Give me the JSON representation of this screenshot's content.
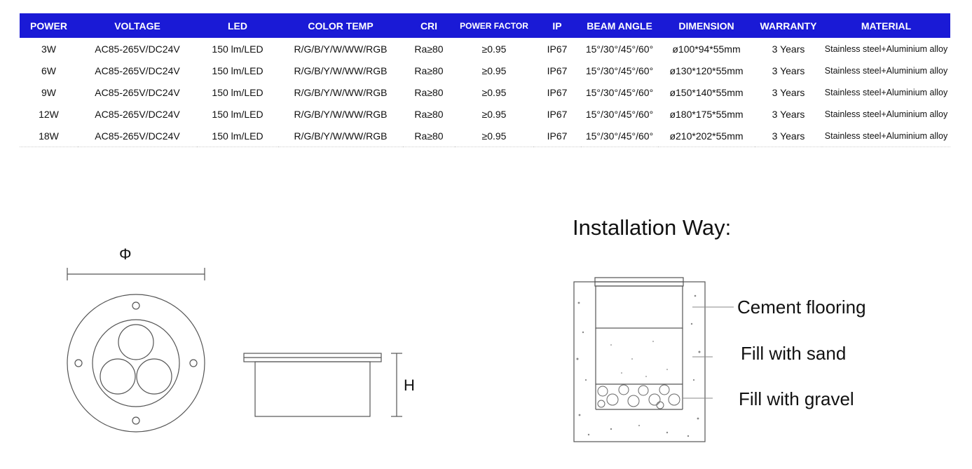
{
  "table": {
    "headers": [
      "POWER",
      "VOLTAGE",
      "LED",
      "COLOR TEMP",
      "CRI",
      "POWER FACTOR",
      "IP",
      "BEAM ANGLE",
      "DIMENSION",
      "WARRANTY",
      "MATERIAL"
    ],
    "rows": [
      [
        "3W",
        "AC85-265V/DC24V",
        "150 lm/LED",
        "R/G/B/Y/W/WW/RGB",
        "Ra≥80",
        "≥0.95",
        "IP67",
        "15°/30°/45°/60°",
        "ø100*94*55mm",
        "3 Years",
        "Stainless steel+Aluminium alloy"
      ],
      [
        "6W",
        "AC85-265V/DC24V",
        "150 lm/LED",
        "R/G/B/Y/W/WW/RGB",
        "Ra≥80",
        "≥0.95",
        "IP67",
        "15°/30°/45°/60°",
        "ø130*120*55mm",
        "3 Years",
        "Stainless steel+Aluminium alloy"
      ],
      [
        "9W",
        "AC85-265V/DC24V",
        "150 lm/LED",
        "R/G/B/Y/W/WW/RGB",
        "Ra≥80",
        "≥0.95",
        "IP67",
        "15°/30°/45°/60°",
        "ø150*140*55mm",
        "3 Years",
        "Stainless steel+Aluminium alloy"
      ],
      [
        "12W",
        "AC85-265V/DC24V",
        "150 lm/LED",
        "R/G/B/Y/W/WW/RGB",
        "Ra≥80",
        "≥0.95",
        "IP67",
        "15°/30°/45°/60°",
        "ø180*175*55mm",
        "3 Years",
        "Stainless steel+Aluminium alloy"
      ],
      [
        "18W",
        "AC85-265V/DC24V",
        "150 lm/LED",
        "R/G/B/Y/W/WW/RGB",
        "Ra≥80",
        "≥0.95",
        "IP67",
        "15°/30°/45°/60°",
        "ø210*202*55mm",
        "3 Years",
        "Stainless steel+Aluminium alloy"
      ]
    ]
  },
  "diagram": {
    "diameter_symbol": "Φ",
    "height_label": "H"
  },
  "installation": {
    "title": "Installation Way:",
    "layers": [
      "Cement flooring",
      "Fill with sand",
      "Fill with gravel"
    ]
  },
  "colors": {
    "header_bg": "#1a1ad6",
    "header_text": "#ffffff"
  }
}
